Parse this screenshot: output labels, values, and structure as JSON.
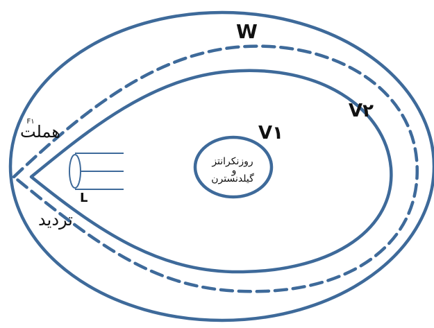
{
  "colors": {
    "line": "#3e6a9a",
    "text": "#111111",
    "background": "#ffffff"
  },
  "labels": {
    "w": "W",
    "v2": "V۲",
    "v1": "V۱",
    "center_line1": "روزنکرانتز",
    "center_line2": "و",
    "center_line3": "گیلدنسترن",
    "hamlet": "هملت",
    "hamlet_sup": "F۱",
    "tardid": "تردید",
    "l": "L"
  }
}
